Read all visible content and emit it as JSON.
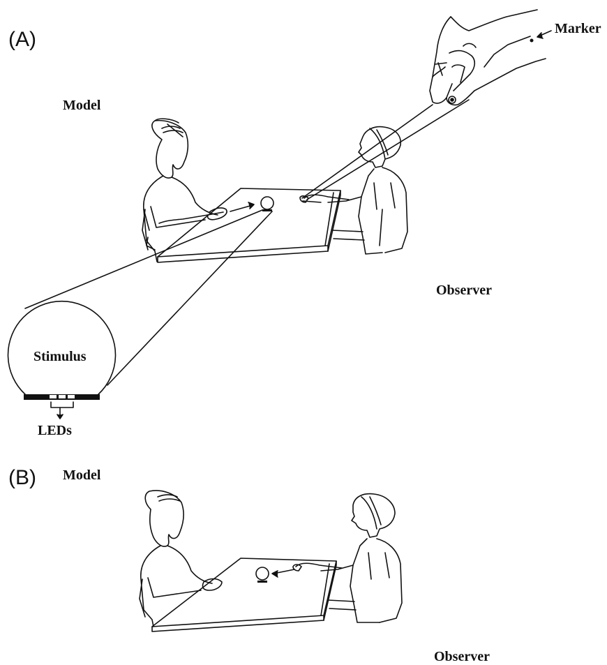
{
  "panel_a": {
    "panel_label": "(A)",
    "model_label": "Model",
    "observer_label": "Observer",
    "marker_label": "Marker",
    "stimulus_label": "Stimulus",
    "leds_label": "LEDs"
  },
  "panel_b": {
    "panel_label": "(B)",
    "model_label": "Model",
    "observer_label": "Observer"
  }
}
